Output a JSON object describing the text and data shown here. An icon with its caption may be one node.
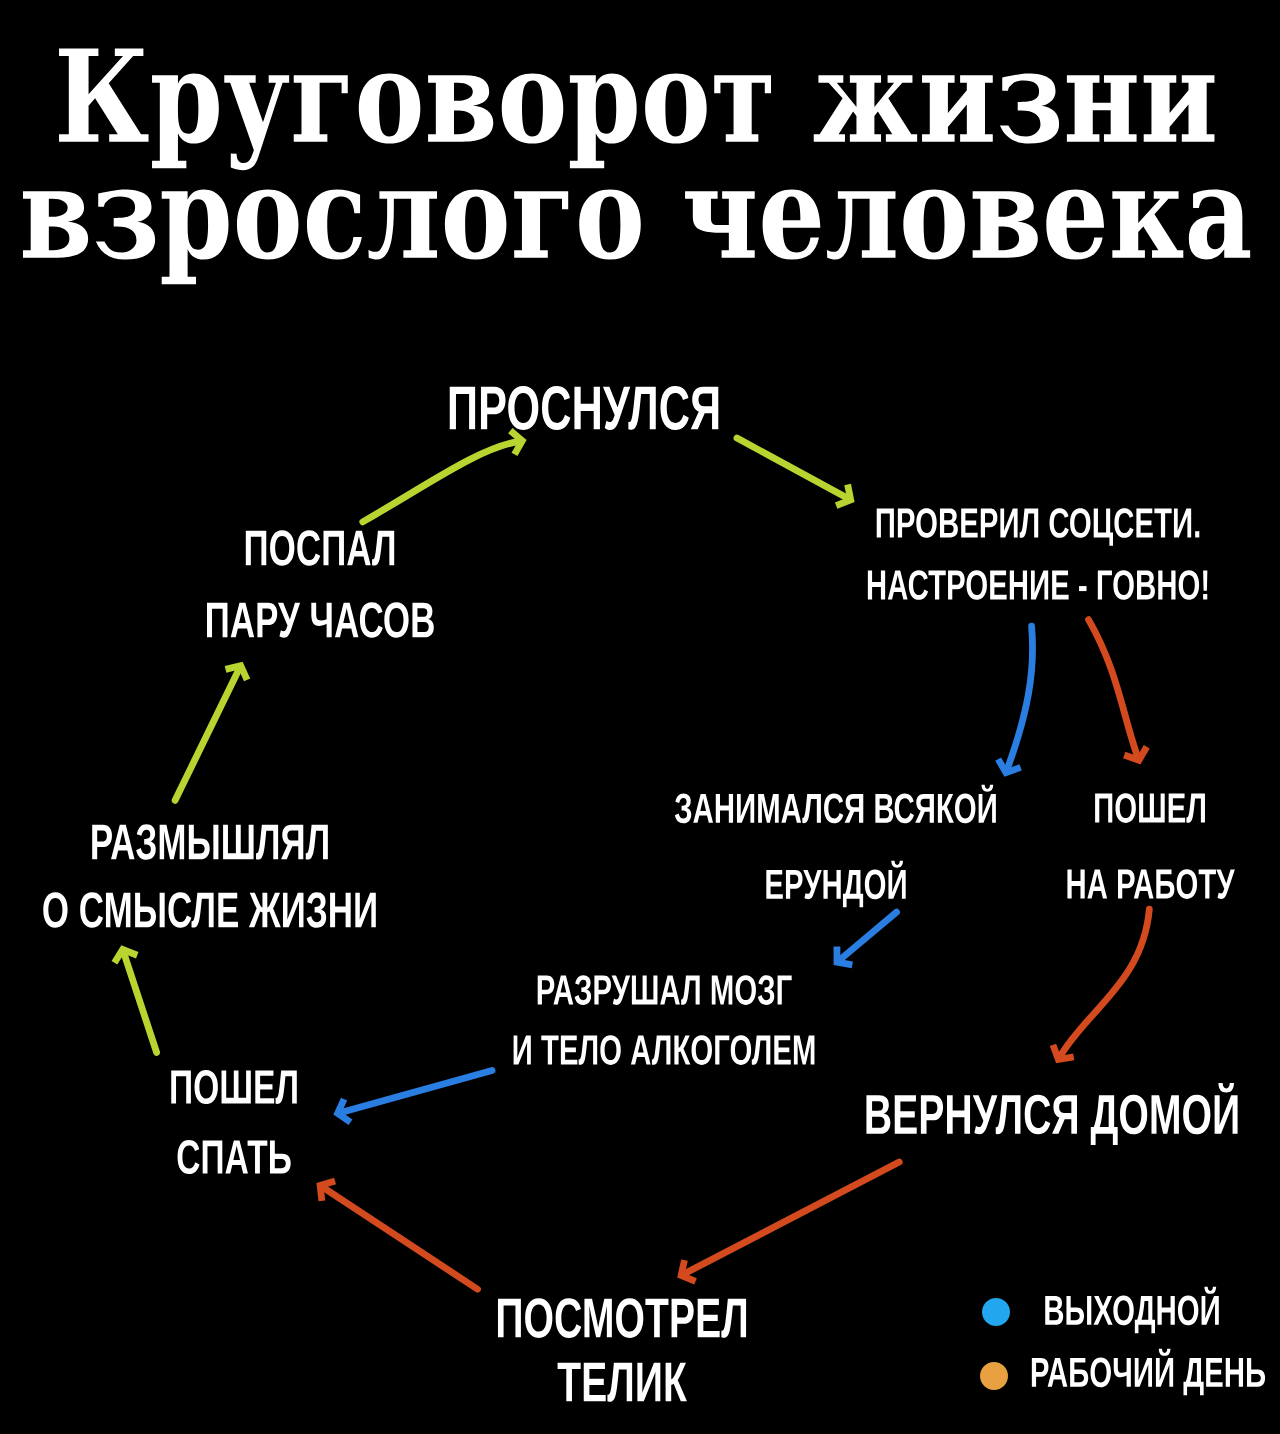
{
  "diagram": {
    "title": "Круговорот жизни взрослого человека",
    "nodes": [
      {
        "text": [
          "ПРОСНУЛСЯ"
        ]
      },
      {
        "text": [
          "ПРОВЕРИЛ СОЦСЕТИ. НАСТРОЕНИЕ - ГОВНО!"
        ]
      },
      {
        "text": [
          "ЗАНИМАЛСЯ ВСЯКОЙ ЕРУНДОЙ"
        ]
      },
      {
        "text": [
          "ПОШЕЛ НА РАБОТУ"
        ]
      },
      {
        "text": [
          "РАЗРУШАЛ МОЗГ И ТЕЛО АЛКОГОЛЕМ"
        ]
      },
      {
        "text": [
          "ВЕРНУЛСЯ ДОМОЙ"
        ]
      },
      {
        "text": [
          "ПОСМОТРЕЛ ТЕЛИК"
        ]
      },
      {
        "text": [
          "ПОШЕЛ СПАТЬ"
        ]
      },
      {
        "text": [
          "РАЗМЫШЛЯЛ О СМЫСЛЕ ЖИЗНИ"
        ]
      },
      {
        "text": [
          "ПОСПАЛ ПАРУ ЧАСОВ"
        ]
      }
    ],
    "edges": [
      {
        "from": 0,
        "to": 1,
        "arrow": "to",
        "color": "#b8d430"
      },
      {
        "from": 1,
        "to": 2,
        "arrow": "to",
        "color": "#2a7de1"
      },
      {
        "from": 1,
        "to": 3,
        "arrow": "to",
        "color": "#d24a1e"
      },
      {
        "from": 2,
        "to": 4,
        "arrow": "to",
        "color": "#2a7de1"
      },
      {
        "from": 3,
        "to": 5,
        "arrow": "to",
        "color": "#d24a1e"
      },
      {
        "from": 4,
        "to": 7,
        "arrow": "to",
        "color": "#2a7de1"
      },
      {
        "from": 5,
        "to": 6,
        "arrow": "to",
        "color": "#d24a1e"
      },
      {
        "from": 6,
        "to": 7,
        "arrow": "to",
        "color": "#d24a1e"
      },
      {
        "from": 7,
        "to": 8,
        "arrow": "to",
        "color": "#b8d430"
      },
      {
        "from": 8,
        "to": 9,
        "arrow": "to",
        "color": "#b8d430"
      },
      {
        "from": 9,
        "to": 0,
        "arrow": "to",
        "color": "#b8d430"
      }
    ],
    "legend": [
      {
        "text": "ВЫХОДНОЙ",
        "color": "#22a6ee"
      },
      {
        "text": "РАБОЧИЙ ДЕНЬ",
        "color": "#e8a040"
      }
    ]
  }
}
